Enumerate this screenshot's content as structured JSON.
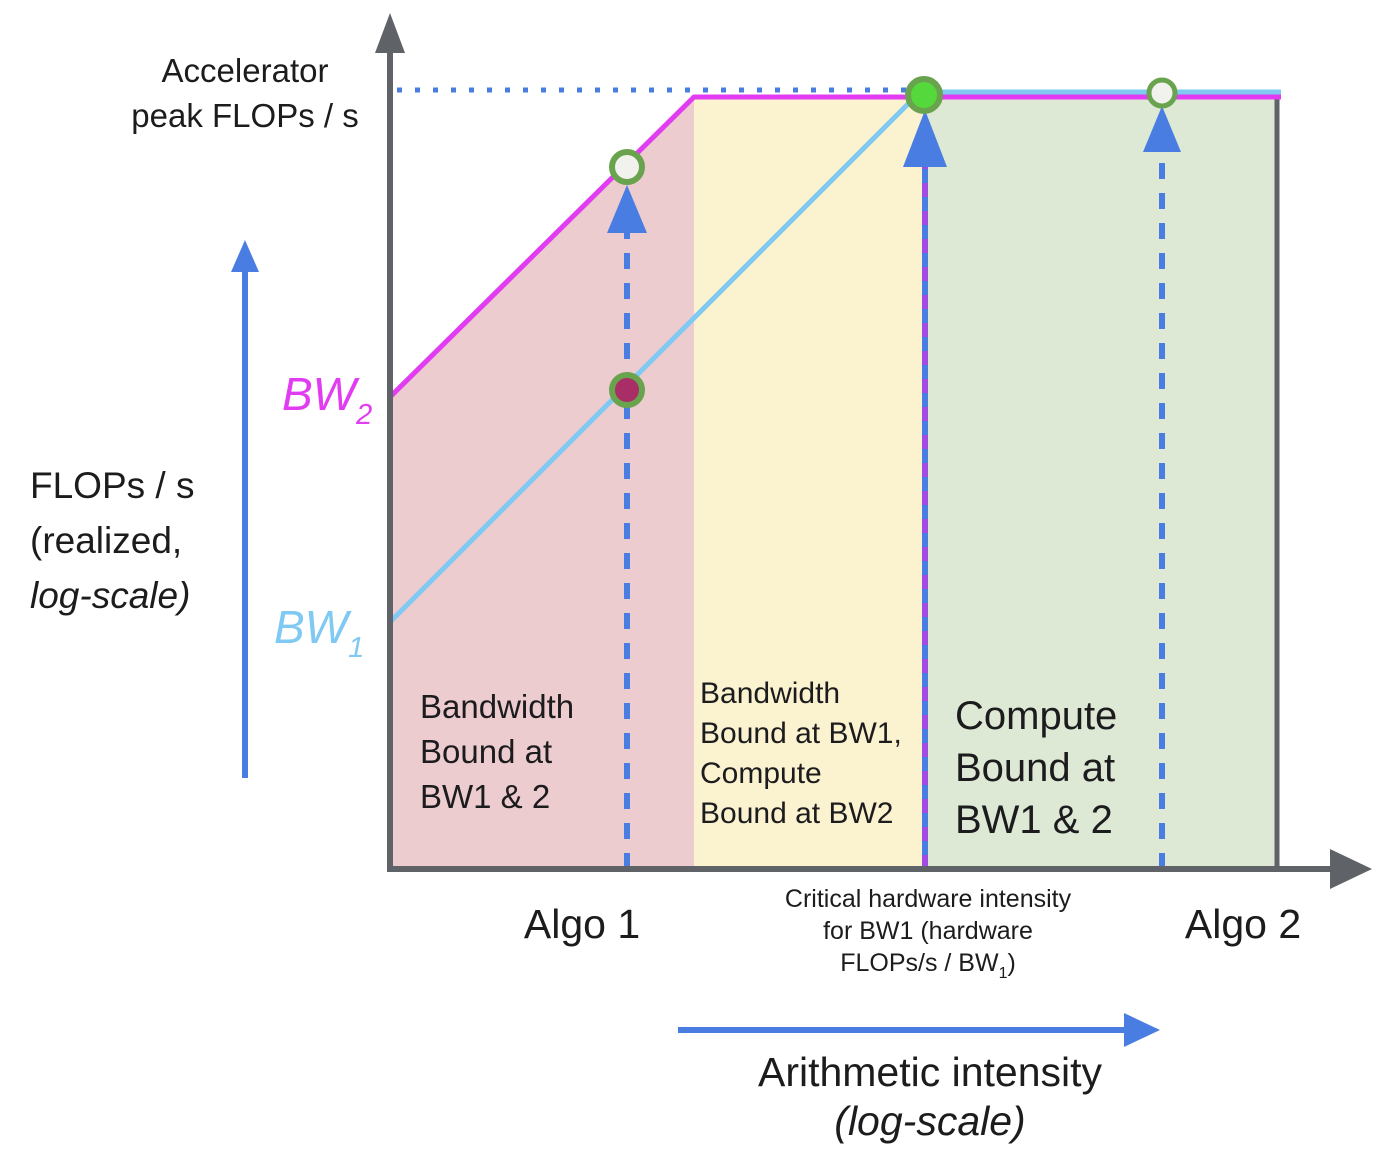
{
  "colors": {
    "axis": "#5f6368",
    "blue": "#4a7de2",
    "bw1": "#7fc9f2",
    "bw2": "#e23cf2",
    "region_pink": "#eccccf",
    "region_yellow": "#fbf2cf",
    "region_green": "#dde8d5",
    "critical_dash_purple": "#a14be5",
    "dot_ring_green": "#69a34e",
    "dot_maroon": "#a92d66",
    "dot_bright_green": "#55d83b",
    "dot_light_fill": "#f1f1ee"
  },
  "y_axis": {
    "peak_line1": "Accelerator",
    "peak_line2": "peak FLOPs / s",
    "label_line1": "FLOPs / s",
    "label_line2": "(realized,",
    "label_line3": "log-scale)"
  },
  "roofline": {
    "bw2_text": "BW",
    "bw2_sub": "2",
    "bw1_text": "BW",
    "bw1_sub": "1"
  },
  "regions": {
    "pink": {
      "lines": [
        "Bandwidth",
        "Bound at",
        "BW1 & 2"
      ]
    },
    "yellow": {
      "lines": [
        "Bandwidth",
        "Bound at BW1,",
        "Compute",
        "Bound at BW2"
      ]
    },
    "green": {
      "lines": [
        "Compute",
        "Bound at",
        "BW1 & 2"
      ]
    }
  },
  "x_axis": {
    "algo1": "Algo 1",
    "algo2": "Algo 2",
    "critical_line1": "Critical hardware intensity",
    "critical_line2": "for BW1 (hardware",
    "critical_line3_pre": "FLOPs/s / BW",
    "critical_line3_sub": "1",
    "critical_line3_post": ")",
    "label_line1": "Arithmetic intensity",
    "label_line2": "(log-scale)"
  }
}
